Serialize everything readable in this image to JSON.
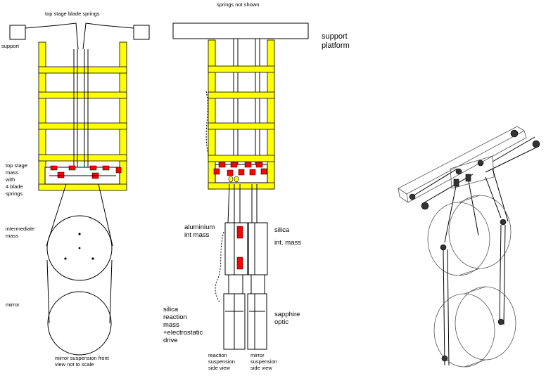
{
  "labels": {
    "top_stage_blade_springs": "top stage blade springs",
    "support": "support",
    "top_stage_mass_1": "top stage",
    "top_stage_mass_2": "mass",
    "top_stage_mass_3": "with",
    "top_stage_mass_4": "4 blade",
    "top_stage_mass_5": "springs",
    "intermediate_mass_1": "intermediate",
    "intermediate_mass_2": "mass",
    "mirror": "mirror",
    "front_view_1": "mirror suspension front",
    "front_view_2": "view not to scale",
    "springs_not_shown": "springs not shown",
    "support_platform_1": "support",
    "support_platform_2": "platform",
    "aluminium_1": "aluminium",
    "aluminium_2": "int mass",
    "silica_int_1": "silica",
    "silica_int_2": "int. mass",
    "silica_reaction_1": "silica",
    "silica_reaction_2": "reaction",
    "silica_reaction_3": "mass",
    "silica_reaction_4": "+electrostatic",
    "silica_reaction_5": "drive",
    "sapphire_1": "sapphire",
    "sapphire_2": "optic",
    "reaction_side_1": "reaction",
    "reaction_side_2": "suspension",
    "reaction_side_3": "side view",
    "mirror_side_1": "mirror",
    "mirror_side_2": "suspension",
    "mirror_side_3": "side view"
  },
  "colors": {
    "frame": "#ffff00",
    "clamps": "#ff0000",
    "lines": "#000000"
  }
}
